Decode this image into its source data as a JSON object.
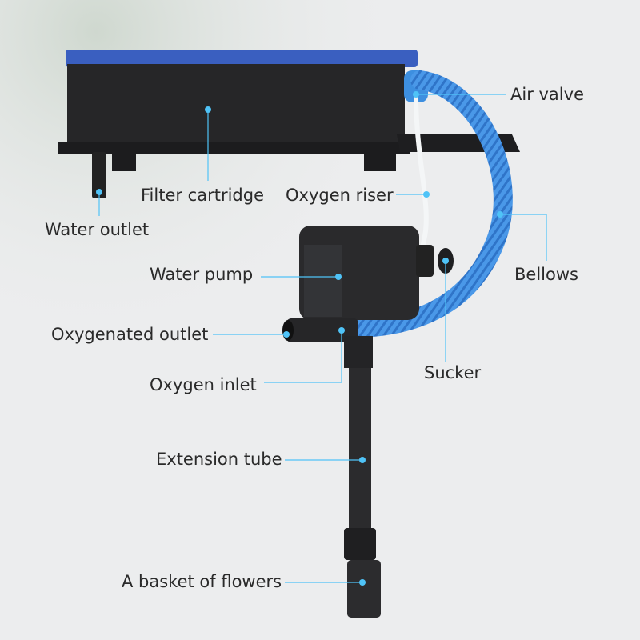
{
  "title": "Aquarium filter pump components",
  "labels": {
    "air_valve": "Air valve",
    "filter_cartridge": "Filter cartridge",
    "oxygen_riser": "Oxygen riser",
    "water_outlet": "Water outlet",
    "bellows": "Bellows",
    "water_pump": "Water pump",
    "oxygenated_outlet": "Oxygenated outlet",
    "sucker": "Sucker",
    "oxygen_inlet": "Oxygen inlet",
    "extension_tube": "Extension tube",
    "basket_of_flowers": "A basket of flowers"
  },
  "colors": {
    "leader": "#4fc3f7",
    "bellows": "#3d8fe0",
    "body": "#2b2b2d",
    "lid": "#3a5fc0"
  }
}
